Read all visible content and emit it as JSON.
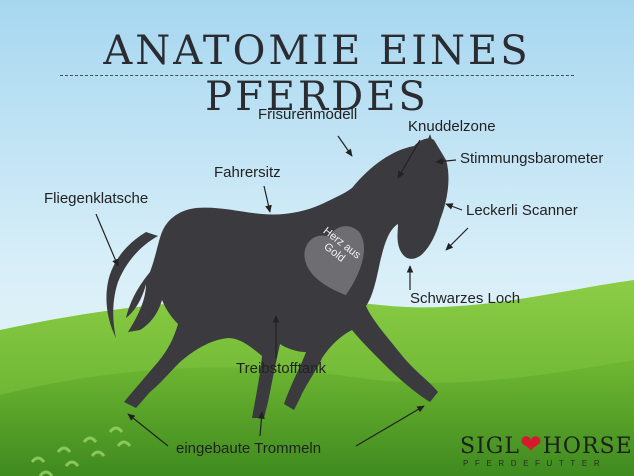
{
  "title": "ANATOMIE EINES PFERDES",
  "labels": {
    "frisurenmodell": "Frisurenmodell",
    "knuddelzone": "Knuddelzone",
    "stimmungsbarometer": "Stimmungsbarometer",
    "fahrersitz": "Fahrersitz",
    "fliegenklatsche": "Fliegenklatsche",
    "leckerli_scanner": "Leckerli Scanner",
    "schwarzes_loch": "Schwarzes Loch",
    "treibstofftank": "Treibstofftank",
    "trommeln": "eingebaute Trommeln"
  },
  "heart_text": "Herz aus Gold",
  "brand": {
    "left": "SIGL",
    "right": "HORSE",
    "sub": "PFERDEFUTTER"
  },
  "colors": {
    "sky_top": "#9fd3ef",
    "sky_bottom": "#dff0f7",
    "grass_light": "#7fc43a",
    "grass_dark": "#3f8a1f",
    "horse": "#3b3a3e",
    "heart": "#6e6d72",
    "brand_heart": "#d6192d"
  }
}
